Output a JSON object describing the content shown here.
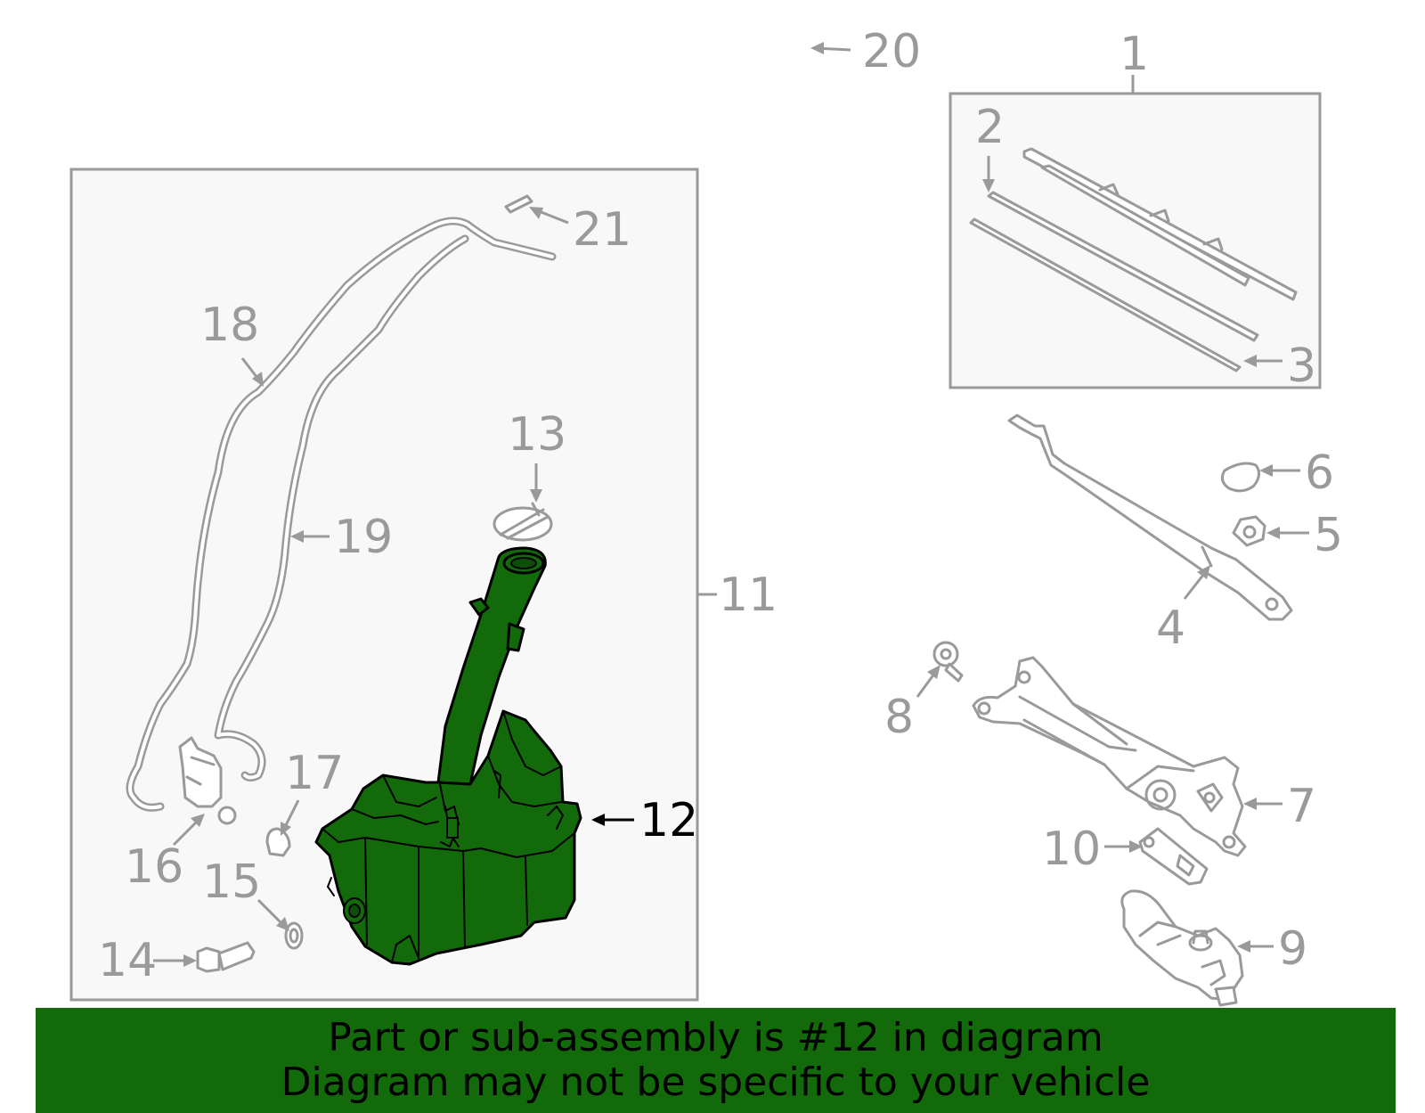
{
  "colors": {
    "highlight_fill": "#136a0b",
    "line_gray": "#9a9a9a",
    "panel_bg": "#f8f8f8"
  },
  "callouts": {
    "c1": "1",
    "c2": "2",
    "c3": "3",
    "c4": "4",
    "c5": "5",
    "c6": "6",
    "c7": "7",
    "c8": "8",
    "c9": "9",
    "c10": "10",
    "c11": "11",
    "c12": "12",
    "c13": "13",
    "c14": "14",
    "c15": "15",
    "c16": "16",
    "c17": "17",
    "c18": "18",
    "c19": "19",
    "c20": "20",
    "c21": "21"
  },
  "banner": {
    "line1": "Part or sub-assembly is #12 in diagram",
    "line2": "Diagram may not be specific to your vehicle"
  }
}
